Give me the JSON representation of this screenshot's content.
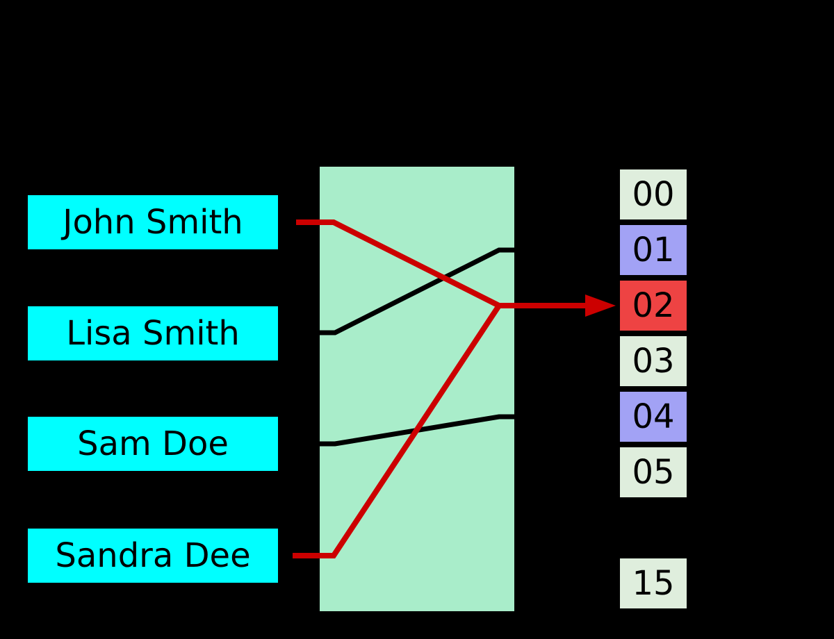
{
  "diagram": {
    "kind": "hash-function-collision",
    "keys": [
      {
        "label": "John Smith"
      },
      {
        "label": "Lisa Smith"
      },
      {
        "label": "Sam Doe"
      },
      {
        "label": "Sandra Dee"
      }
    ],
    "buckets": [
      {
        "label": "00",
        "state": "empty"
      },
      {
        "label": "01",
        "state": "occupied"
      },
      {
        "label": "02",
        "state": "collision"
      },
      {
        "label": "03",
        "state": "empty"
      },
      {
        "label": "04",
        "state": "occupied"
      },
      {
        "label": "05",
        "state": "empty"
      },
      {
        "label": "15",
        "state": "empty"
      }
    ],
    "mappings": [
      {
        "from": "John Smith",
        "to": "02",
        "line": "red"
      },
      {
        "from": "Lisa Smith",
        "to": "01",
        "line": "black"
      },
      {
        "from": "Sam Doe",
        "to": "04",
        "line": "black"
      },
      {
        "from": "Sandra Dee",
        "to": "02",
        "line": "red"
      }
    ],
    "collision_bucket": "02"
  },
  "colors": {
    "background": "#000000",
    "key-box": "#00ffff",
    "hash-box": "#a9edca",
    "bucket-empty": "#dfeedd",
    "bucket-occupied": "#a2a2f5",
    "bucket-collision": "#ee4343",
    "line-black": "#000000",
    "line-red": "#cc0000",
    "text": "#000000"
  }
}
